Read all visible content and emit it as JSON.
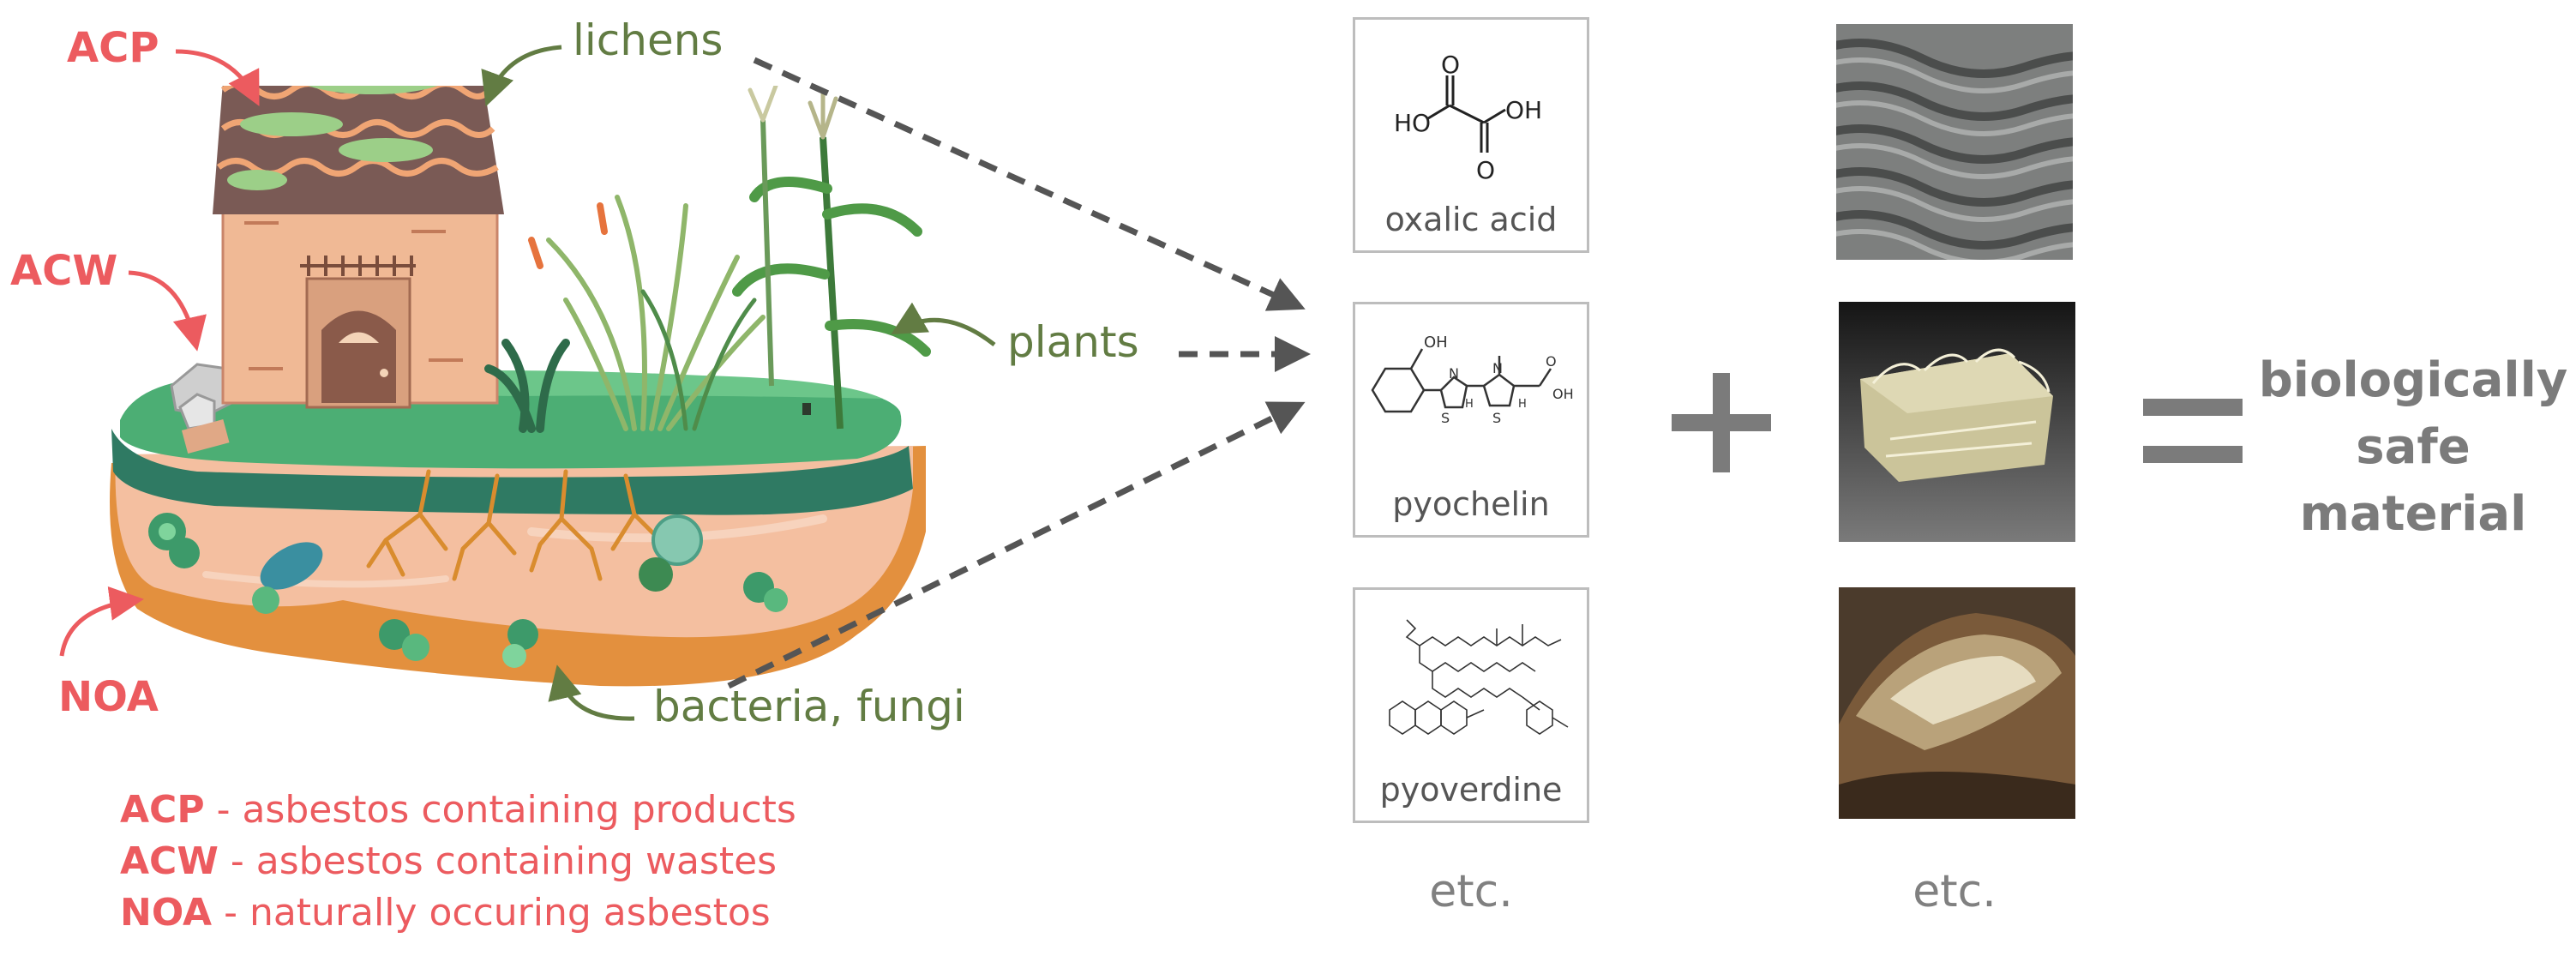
{
  "labels": {
    "acp": "ACP",
    "acw": "ACW",
    "noa": "NOA",
    "lichens": "lichens",
    "plants": "plants",
    "bacteria_fungi": "bacteria, fungi"
  },
  "legend": [
    {
      "abbr": "ACP",
      "text": " - asbestos containing products"
    },
    {
      "abbr": "ACW",
      "text": " - asbestos containing wastes"
    },
    {
      "abbr": "NOA",
      "text": " - naturally occuring asbestos"
    }
  ],
  "compounds": [
    {
      "name": "oxalic acid",
      "atoms": {
        "ho": "HO",
        "oh": "OH",
        "o1": "O",
        "o2": "O"
      }
    },
    {
      "name": "pyochelin",
      "atoms": {
        "oh": "OH",
        "n1": "N",
        "n2": "N",
        "s1": "S",
        "s2": "S",
        "h1": "H",
        "h2": "H",
        "cooh": "OH",
        "o": "O"
      }
    },
    {
      "name": "pyoverdine"
    }
  ],
  "operators": {
    "plus": "+",
    "equals": "="
  },
  "etc_left": "etc.",
  "etc_right": "etc.",
  "result": {
    "line1": "biologically",
    "line2": "safe",
    "line3": "material"
  },
  "colors": {
    "red_label": "#ec5b5f",
    "green_label": "#627c43",
    "grey": "#7b7b7b",
    "arrow": "#555555"
  }
}
